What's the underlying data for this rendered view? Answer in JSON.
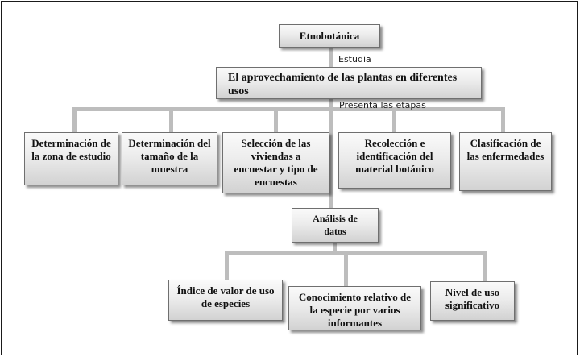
{
  "diagram": {
    "root": "Etnobotánica",
    "edge_root": "Estudia",
    "topic": "El aprovechamiento de las plantas en diferentes usos",
    "edge_topic": "Presenta las etapas",
    "stages": [
      "Determinación de la zona de estudio",
      "Determinación del tamaño de la muestra",
      "Selección de las viviendas a encuestar y tipo de encuestas",
      "Recolección e identificación del material botánico",
      "Clasificación de las enfermedades"
    ],
    "analysis": "Análisis de datos",
    "indices": [
      "Índice de valor de uso de especies",
      "Conocimiento relativo de la especie por varios informantes",
      "Nivel de uso significativo"
    ]
  }
}
